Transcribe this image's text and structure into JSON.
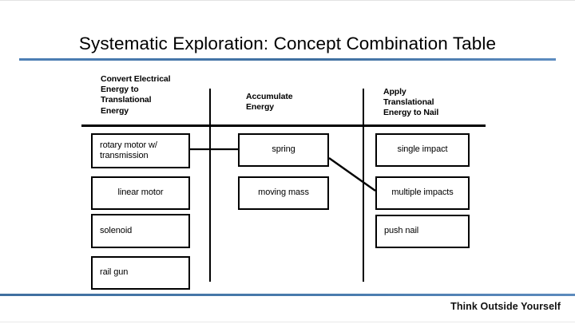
{
  "slide": {
    "title": "Systematic Exploration: Concept Combination Table",
    "accent_color": "#3f6f9f",
    "background_color": "#ffffff",
    "line_color": "#000000"
  },
  "table": {
    "columns": [
      {
        "header": "Convert Electrical\nEnergy to\nTranslational\nEnergy",
        "options": [
          "rotary motor w/\ntransmission",
          "linear motor",
          "solenoid",
          "rail gun"
        ]
      },
      {
        "header": "Accumulate\nEnergy",
        "options": [
          "spring",
          "moving mass"
        ]
      },
      {
        "header": "Apply\nTranslational\nEnergy to Nail",
        "options": [
          "single impact",
          "multiple impacts",
          "push nail"
        ]
      }
    ],
    "connections": [
      {
        "from": "rotary motor w/ transmission",
        "to": "spring"
      },
      {
        "from": "spring",
        "to": "multiple impacts"
      }
    ]
  },
  "footer": {
    "tagline": "Think Outside Yourself"
  }
}
